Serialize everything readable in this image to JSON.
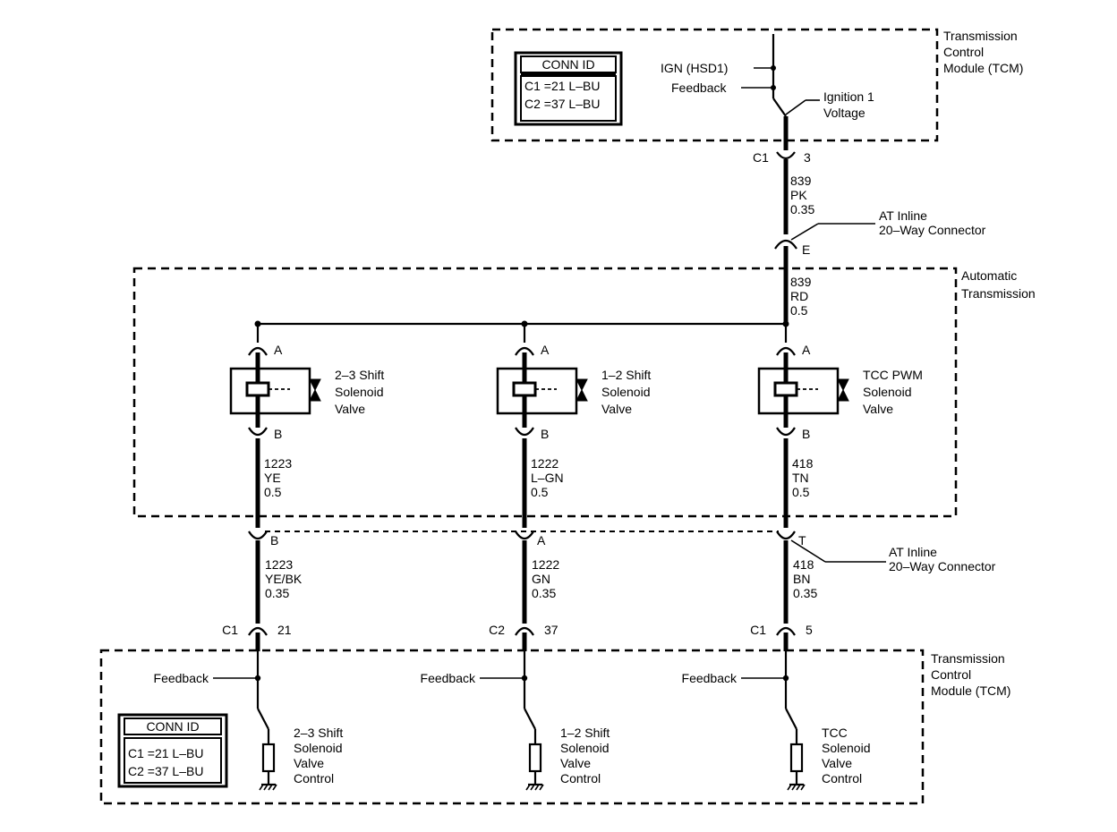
{
  "top_tcm": {
    "title": [
      "Transmission",
      "Control",
      "Module (TCM)"
    ],
    "conn_id": {
      "header": "CONN ID",
      "rows": [
        "C1 =21 L–BU",
        "C2 =37 L–BU"
      ]
    },
    "ign_label": "IGN (HSD1)",
    "feedback_label": "Feedback",
    "ignition_label": [
      "Ignition 1",
      "Voltage"
    ]
  },
  "feed_wire": {
    "conn": "C1",
    "pin": "3",
    "upper": [
      "839",
      "PK",
      "0.35"
    ],
    "inline_label": [
      "AT Inline",
      "20–Way Connector"
    ],
    "inline_pin": "E",
    "lower": [
      "839",
      "RD",
      "0.5"
    ]
  },
  "auto_trans": {
    "title": [
      "Automatic",
      "Transmission"
    ]
  },
  "solenoids": [
    {
      "name": [
        "2–3 Shift",
        "Solenoid",
        "Valve"
      ],
      "pin_top": "A",
      "pin_bottom": "B",
      "wire_upper": [
        "1223",
        "YE",
        "0.5"
      ],
      "inline_pin": "B",
      "wire_lower": [
        "1223",
        "YE/BK",
        "0.35"
      ],
      "tcm_conn": "C1",
      "tcm_pin": "21",
      "feedback": "Feedback",
      "control": [
        "2–3 Shift",
        "Solenoid",
        "Valve",
        "Control"
      ]
    },
    {
      "name": [
        "1–2 Shift",
        "Solenoid",
        "Valve"
      ],
      "pin_top": "A",
      "pin_bottom": "B",
      "wire_upper": [
        "1222",
        "L–GN",
        "0.5"
      ],
      "inline_pin": "A",
      "wire_lower": [
        "1222",
        "GN",
        "0.35"
      ],
      "tcm_conn": "C2",
      "tcm_pin": "37",
      "feedback": "Feedback",
      "control": [
        "1–2 Shift",
        "Solenoid",
        "Valve",
        "Control"
      ]
    },
    {
      "name": [
        "TCC PWM",
        "Solenoid",
        "Valve"
      ],
      "pin_top": "A",
      "pin_bottom": "B",
      "wire_upper": [
        "418",
        "TN",
        "0.5"
      ],
      "inline_pin": "T",
      "wire_lower": [
        "418",
        "BN",
        "0.35"
      ],
      "tcm_conn": "C1",
      "tcm_pin": "5",
      "feedback": "Feedback",
      "control": [
        "TCC",
        "Solenoid",
        "Valve",
        "Control"
      ]
    }
  ],
  "inline_lower": {
    "label": [
      "AT Inline",
      "20–Way Connector"
    ]
  },
  "bottom_tcm": {
    "title": [
      "Transmission",
      "Control",
      "Module (TCM)"
    ],
    "conn_id": {
      "header": "CONN ID",
      "rows": [
        "C1 =21 L–BU",
        "C2 =37 L–BU"
      ]
    }
  }
}
